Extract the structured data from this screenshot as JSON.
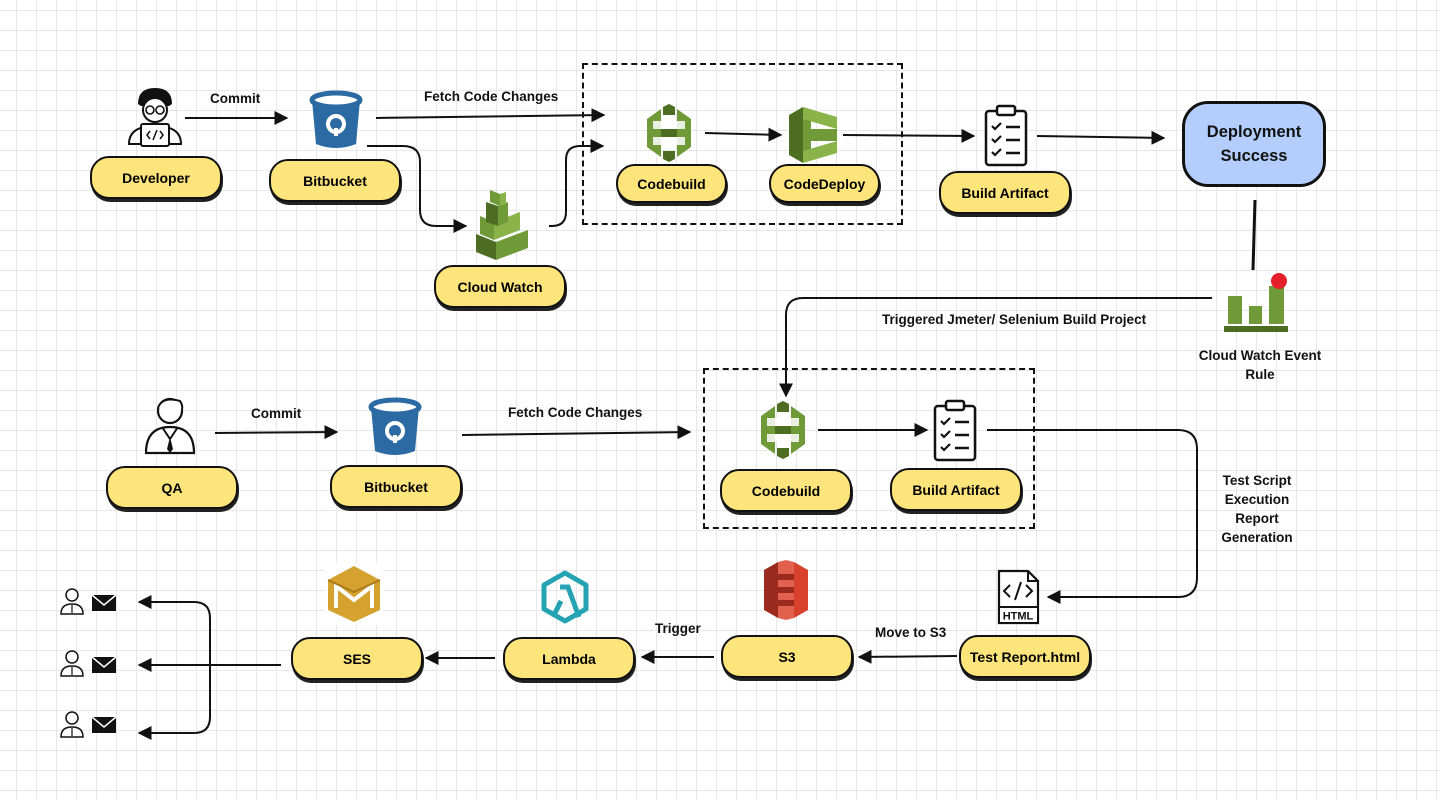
{
  "nodes": {
    "developer": "Developer",
    "bitbucket_top": "Bitbucket",
    "cloud_watch": "Cloud Watch",
    "codebuild_top": "Codebuild",
    "codedeploy": "CodeDeploy",
    "build_artifact_top": "Build Artifact",
    "deployment_success_line1": "Deployment",
    "deployment_success_line2": "Success",
    "cloud_watch_event_rule_line1": "Cloud Watch Event",
    "cloud_watch_event_rule_line2": "Rule",
    "qa": "QA",
    "bitbucket_bottom": "Bitbucket",
    "codebuild_bottom": "Codebuild",
    "build_artifact_bottom": "Build Artifact",
    "test_report": "Test Report.html",
    "s3": "S3",
    "lambda": "Lambda",
    "ses": "SES"
  },
  "edges": {
    "commit_top": "Commit",
    "fetch_top": "Fetch Code Changes",
    "triggered_build": "Triggered Jmeter/ Selenium Build Project",
    "commit_bottom": "Commit",
    "fetch_bottom": "Fetch Code Changes",
    "test_script_line1": "Test Script",
    "test_script_line2": "Execution",
    "test_script_line3": "Report",
    "test_script_line4": "Generation",
    "move_to_s3": "Move to S3",
    "trigger": "Trigger"
  },
  "icons": {
    "developer": "developer-icon",
    "bitbucket": "bitbucket-icon",
    "cloudwatch": "cloudwatch-icon",
    "codebuild": "codebuild-icon",
    "codedeploy": "codedeploy-icon",
    "artifact": "checklist-icon",
    "event_rule": "event-rule-chart-icon",
    "qa": "qa-user-icon",
    "html_file": "html-file-icon",
    "s3": "s3-bucket-icon",
    "lambda": "lambda-icon",
    "ses": "ses-icon",
    "recipient": "user-icon",
    "mail": "mail-icon"
  },
  "colors": {
    "node_fill": "#fde57c",
    "success_fill": "#b3cefc",
    "aws_green": "#6f9a37",
    "bitbucket_blue": "#2c6aa3",
    "s3_red": "#d9412f",
    "ses_gold": "#d5a12f",
    "lambda_teal": "#25a3b3",
    "alert_red": "#e5202a"
  }
}
